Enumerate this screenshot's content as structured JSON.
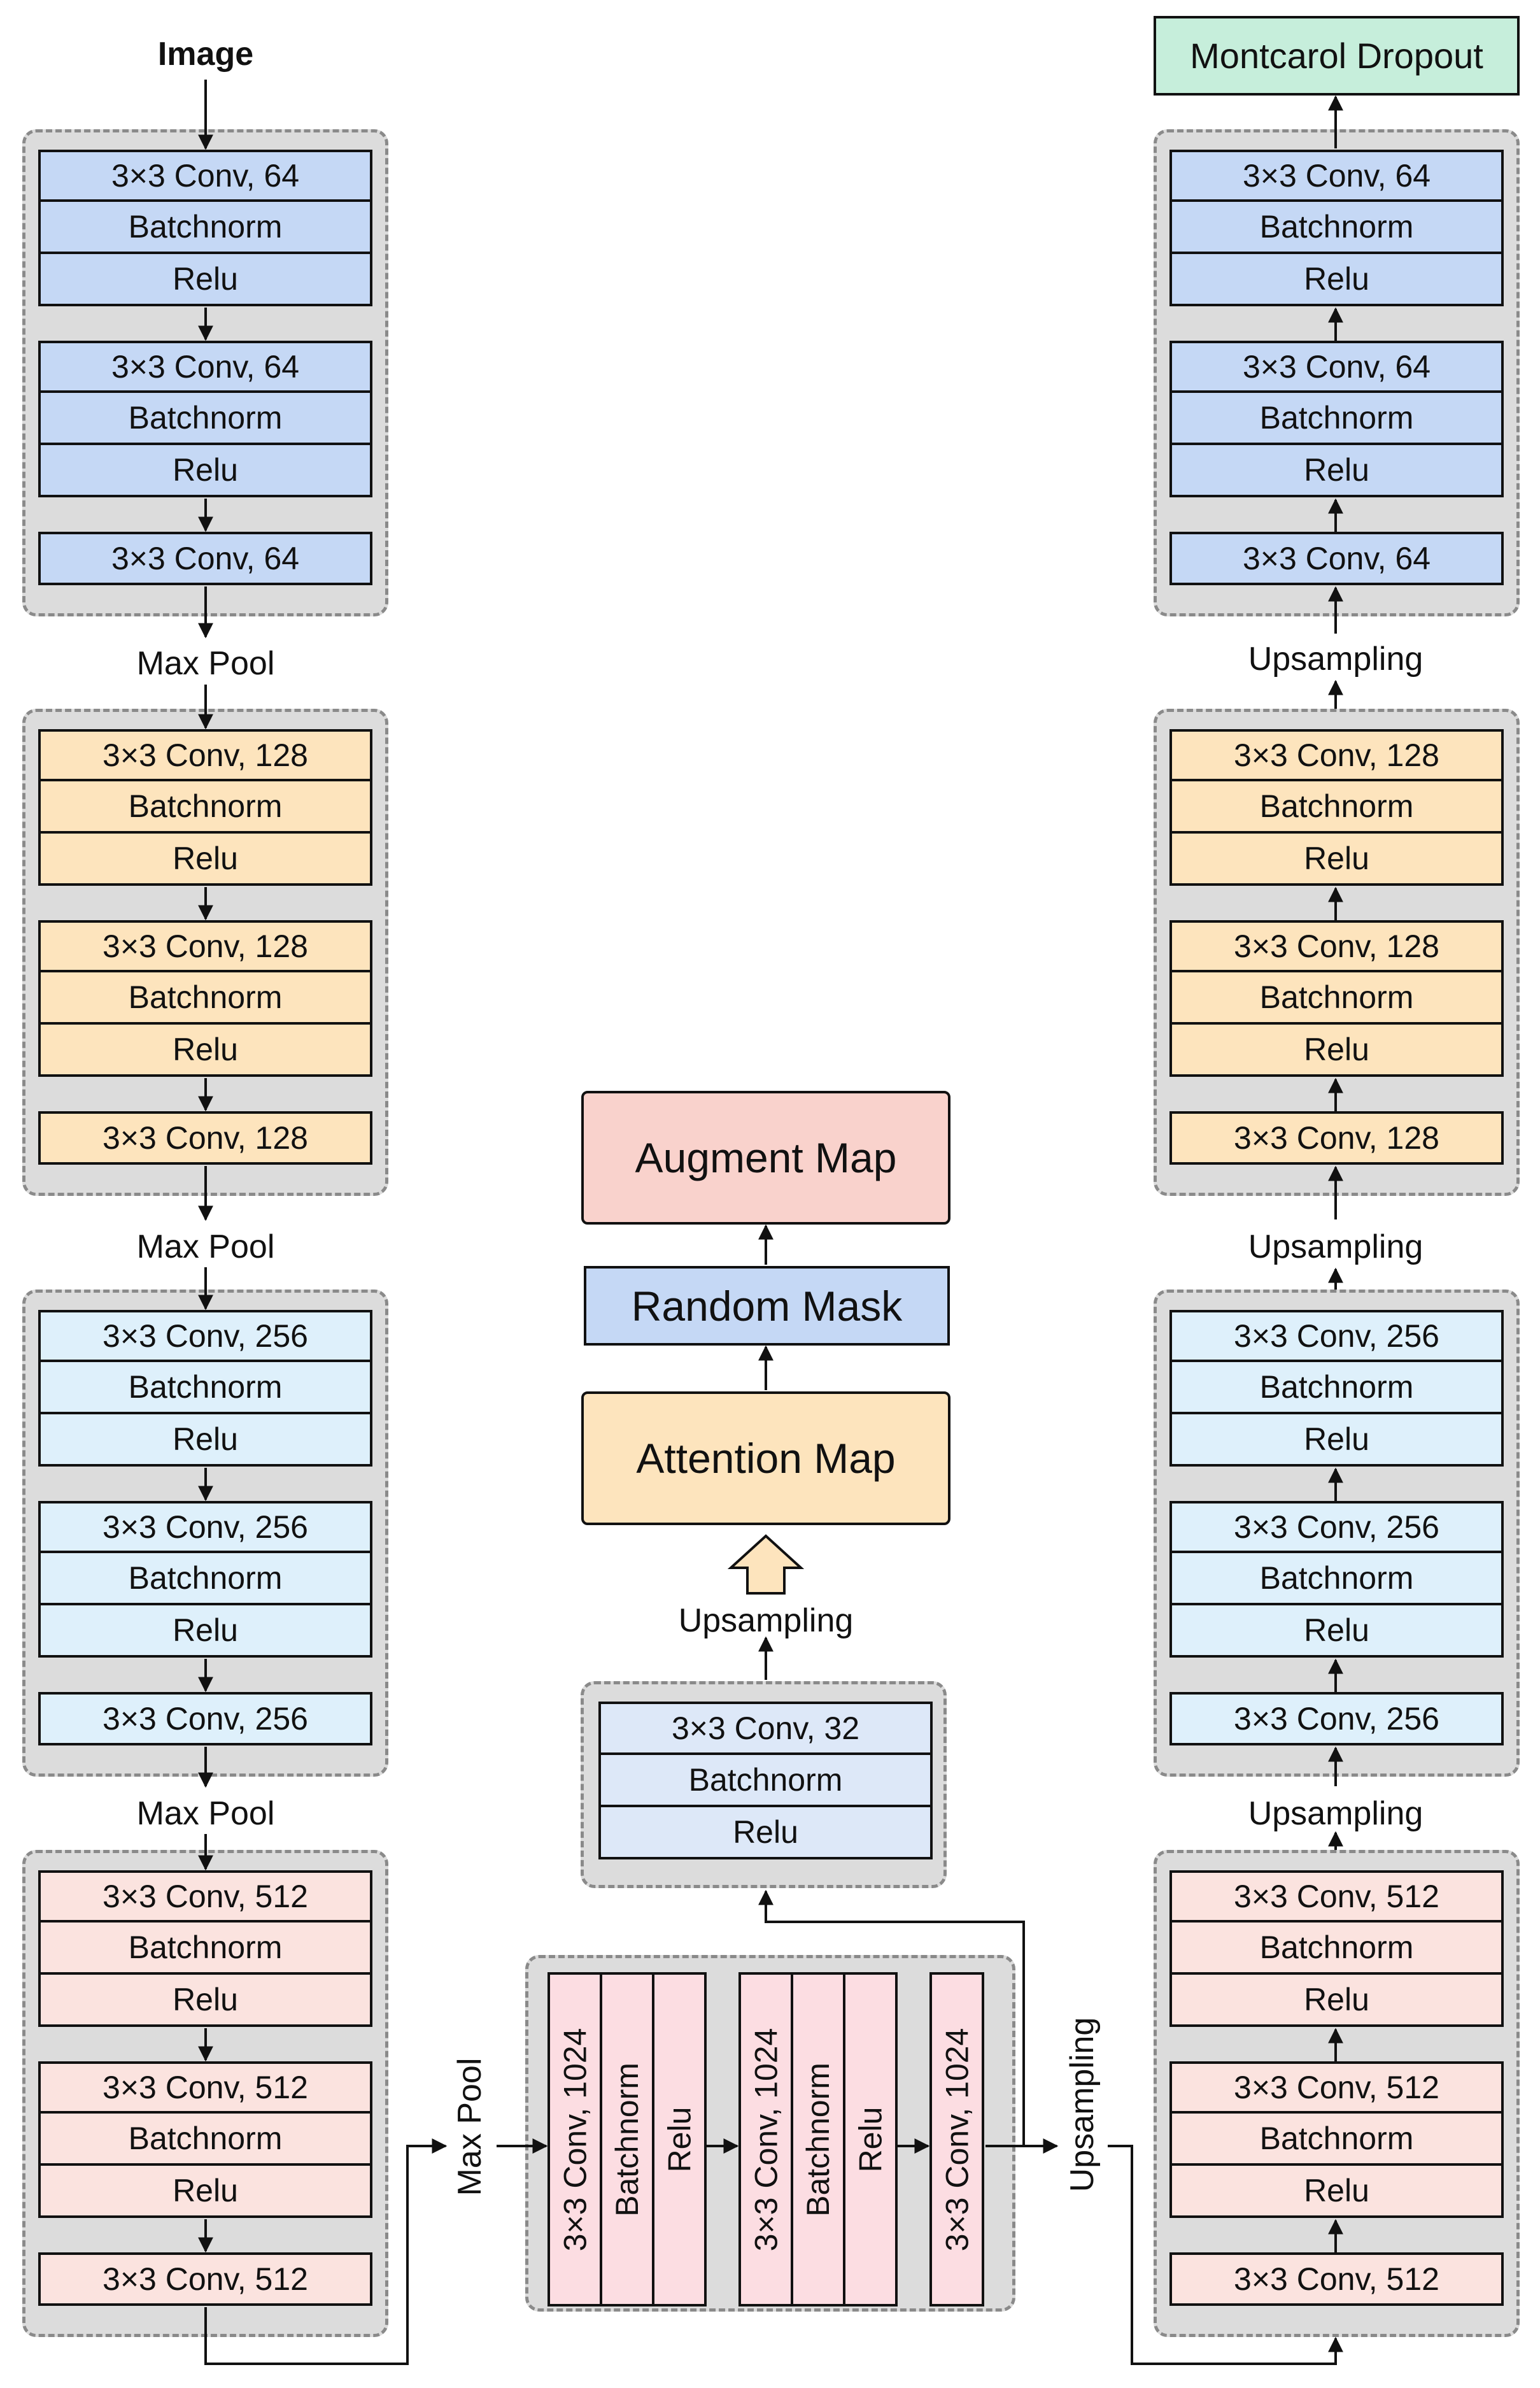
{
  "colors": {
    "enc1": "#c5d8f5",
    "enc2": "#fde4bd",
    "enc3": "#def0fb",
    "enc4": "#fbe3df",
    "bottleneck": "#fcdde2",
    "attn_conv": "#dde8f8",
    "output": "#c6eedb",
    "augment": "#f9d2cc",
    "mask": "#c5d8f5",
    "attention": "#fde4bd",
    "up_arrow": "#fde4bd"
  },
  "input_label": "Image",
  "output_label": "Montcarol Dropout",
  "encoder": [
    {
      "conv1": "3×3 Conv, 64",
      "bn1": "Batchnorm",
      "relu1": "Relu",
      "conv2": "3×3 Conv, 64",
      "bn2": "Batchnorm",
      "relu2": "Relu",
      "conv3": "3×3 Conv, 64"
    },
    {
      "conv1": "3×3 Conv, 128",
      "bn1": "Batchnorm",
      "relu1": "Relu",
      "conv2": "3×3 Conv, 128",
      "bn2": "Batchnorm",
      "relu2": "Relu",
      "conv3": "3×3 Conv, 128"
    },
    {
      "conv1": "3×3 Conv, 256",
      "bn1": "Batchnorm",
      "relu1": "Relu",
      "conv2": "3×3 Conv, 256",
      "bn2": "Batchnorm",
      "relu2": "Relu",
      "conv3": "3×3 Conv, 256"
    },
    {
      "conv1": "3×3 Conv, 512",
      "bn1": "Batchnorm",
      "relu1": "Relu",
      "conv2": "3×3 Conv, 512",
      "bn2": "Batchnorm",
      "relu2": "Relu",
      "conv3": "3×3 Conv, 512"
    }
  ],
  "decoder": [
    {
      "conv1": "3×3 Conv, 64",
      "bn1": "Batchnorm",
      "relu1": "Relu",
      "conv2": "3×3 Conv, 64",
      "bn2": "Batchnorm",
      "relu2": "Relu",
      "conv3": "3×3 Conv, 64"
    },
    {
      "conv1": "3×3 Conv, 128",
      "bn1": "Batchnorm",
      "relu1": "Relu",
      "conv2": "3×3 Conv, 128",
      "bn2": "Batchnorm",
      "relu2": "Relu",
      "conv3": "3×3 Conv, 128"
    },
    {
      "conv1": "3×3 Conv, 256",
      "bn1": "Batchnorm",
      "relu1": "Relu",
      "conv2": "3×3 Conv, 256",
      "bn2": "Batchnorm",
      "relu2": "Relu",
      "conv3": "3×3 Conv, 256"
    },
    {
      "conv1": "3×3 Conv, 512",
      "bn1": "Batchnorm",
      "relu1": "Relu",
      "conv2": "3×3 Conv, 512",
      "bn2": "Batchnorm",
      "relu2": "Relu",
      "conv3": "3×3 Conv, 512"
    }
  ],
  "pool_labels": [
    "Max Pool",
    "Max Pool",
    "Max Pool",
    "Max Pool"
  ],
  "up_labels": [
    "Upsampling",
    "Upsampling",
    "Upsampling",
    "Upsampling"
  ],
  "bottleneck": {
    "conv1": "3×3 Conv, 1024",
    "bn1": "Batchnorm",
    "relu1": "Relu",
    "conv2": "3×3 Conv, 1024",
    "bn2": "Batchnorm",
    "relu2": "Relu",
    "conv3": "3×3 Conv, 1024"
  },
  "attention_branch": {
    "conv": "3×3 Conv, 32",
    "bn": "Batchnorm",
    "relu": "Relu",
    "upsampling": "Upsampling",
    "attention_map": "Attention Map",
    "random_mask": "Random Mask",
    "augment_map": "Augment Map"
  }
}
